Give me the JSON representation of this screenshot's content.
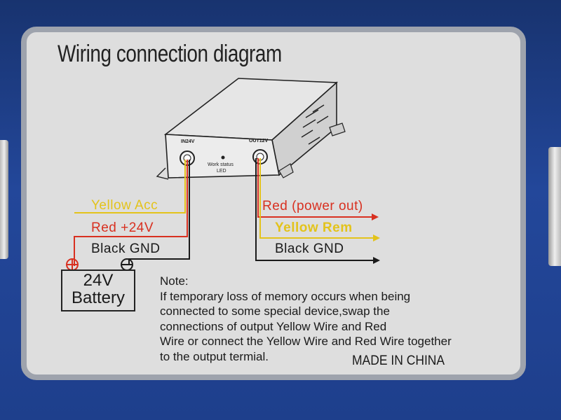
{
  "title": "Wiring connection diagram",
  "device": {
    "input_label": "IN24V",
    "output_label": "OUT12V",
    "led_label_line1": "Work status",
    "led_label_line2": "LED"
  },
  "inputs": {
    "yellow": "Yellow Acc",
    "red": "Red +24V",
    "black": "Black  GND"
  },
  "outputs": {
    "red": "Red (power out)",
    "yellow": "Yellow  Rem",
    "black": "Black  GND"
  },
  "battery": {
    "line1": "24V",
    "line2": "Battery",
    "positive_symbol": "⊕",
    "negative_symbol": "⊖"
  },
  "note": {
    "heading": "Note:",
    "body": "If temporary loss of memory occurs when being\nconnected to some special device,swap the\nconnections of output Yellow Wire and Red\nWire or connect the Yellow Wire and Red Wire together\nto the output termial."
  },
  "footer": "MADE IN CHINA",
  "colors": {
    "yellow_wire": "#e3c31b",
    "red_wire": "#d83020",
    "black_wire": "#1a1a1a",
    "box_blue": "#1f3f8a",
    "panel": "#dedede"
  }
}
